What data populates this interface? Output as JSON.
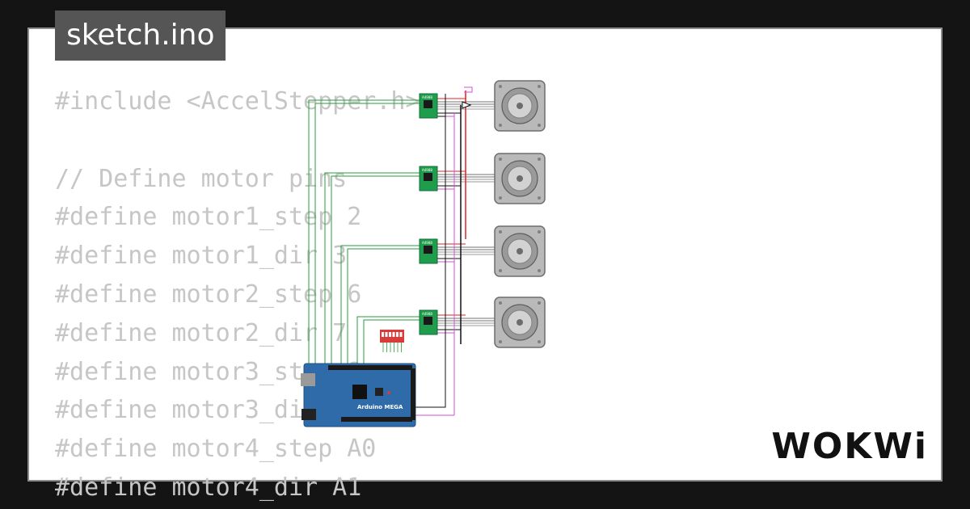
{
  "file_tab": {
    "label": "sketch.ino"
  },
  "code_lines": [
    "#include <AccelStepper.h>",
    "",
    "// Define motor pins",
    "#define motor1_step 2",
    "#define motor1_dir 3",
    "#define motor2_step 6",
    "#define motor2_dir 7",
    "#define motor3_step 8",
    "#define motor3_dir 9",
    "#define motor4_step A0",
    "#define motor4_dir A1"
  ],
  "board": {
    "label": "Arduino MEGA"
  },
  "driver_label": "A4988",
  "brand": {
    "name": "WOKWi"
  },
  "colors": {
    "background": "#141414",
    "frame_border": "#8c8c8c",
    "tab_bg": "#555555",
    "code_text": "#c6c6c6",
    "board_blue": "#2e6ba8",
    "driver_green": "#1f9d4c",
    "dip_red": "#d93a3a",
    "wire_green": "#2a9d3c",
    "wire_magenta": "#d84fd8",
    "wire_red": "#e02020",
    "wire_black": "#111111"
  }
}
